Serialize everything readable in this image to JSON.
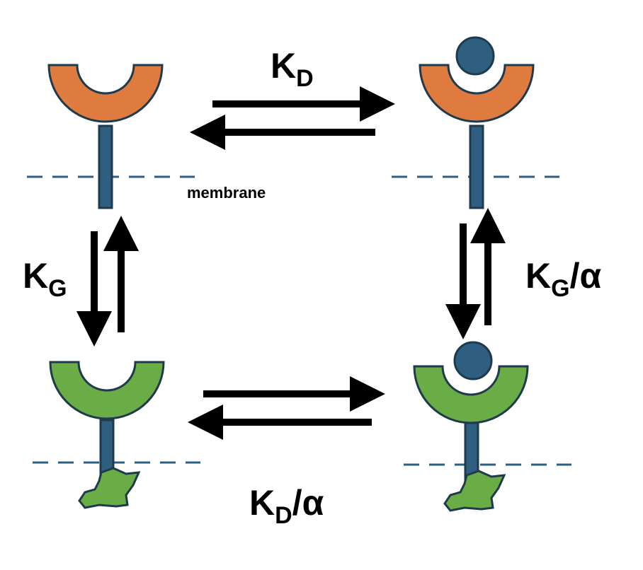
{
  "labels": {
    "membrane": "membrane",
    "kd_top": {
      "main": "K",
      "sub": "D",
      "suffix": ""
    },
    "kd_bottom": {
      "main": "K",
      "sub": "D",
      "suffix": "/α"
    },
    "kg_left": {
      "main": "K",
      "sub": "G",
      "suffix": ""
    },
    "kg_right": {
      "main": "K",
      "sub": "G",
      "suffix": "/α"
    }
  },
  "colors": {
    "inactive_receptor": "#e07b3f",
    "active_receptor": "#6aac45",
    "stalk": "#2e5f80",
    "ligand": "#2e5f80",
    "g_protein": "#6aac45",
    "outline": "#1f3a4d",
    "membrane_line": "#2e5f80",
    "arrow": "#000000"
  }
}
